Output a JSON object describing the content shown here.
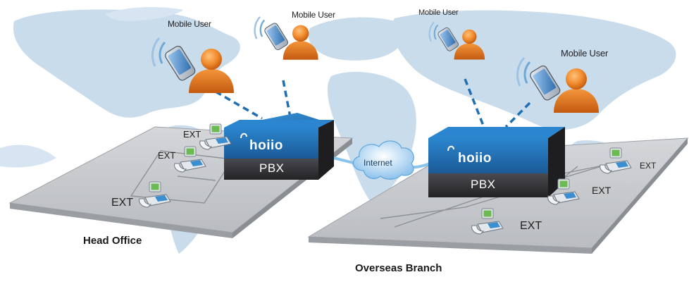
{
  "labels": {
    "mobile_user_1": "Mobile User",
    "mobile_user_2": "Mobile User",
    "mobile_user_3": "Mobile User",
    "mobile_user_4": "Mobile User",
    "internet": "Internet",
    "head_office": "Head Office",
    "overseas_branch": "Overseas Branch"
  },
  "pbx_units": [
    {
      "brand": "hoiio",
      "label": "PBX"
    },
    {
      "brand": "hoiio",
      "label": "PBX"
    }
  ],
  "extensions": {
    "head_office": [
      "EXT",
      "EXT",
      "EXT"
    ],
    "overseas_branch": [
      "EXT",
      "EXT",
      "EXT"
    ]
  },
  "colors": {
    "map": "#c9dcec",
    "ocean": "#f2f7fb",
    "floor": "#c4c6c9",
    "pbx_top": "#1d73b8",
    "pbx_bottom": "#2f2f33",
    "link": "#1f6fb2",
    "user": "#e9752a",
    "phone_screen": "#5fb24a"
  },
  "icons": {
    "mobile_user": "person-with-smartphone-icon",
    "desk_phone": "desk-phone-icon",
    "cloud": "cloud-icon",
    "brand_logo": "hoiio-logo-icon"
  }
}
